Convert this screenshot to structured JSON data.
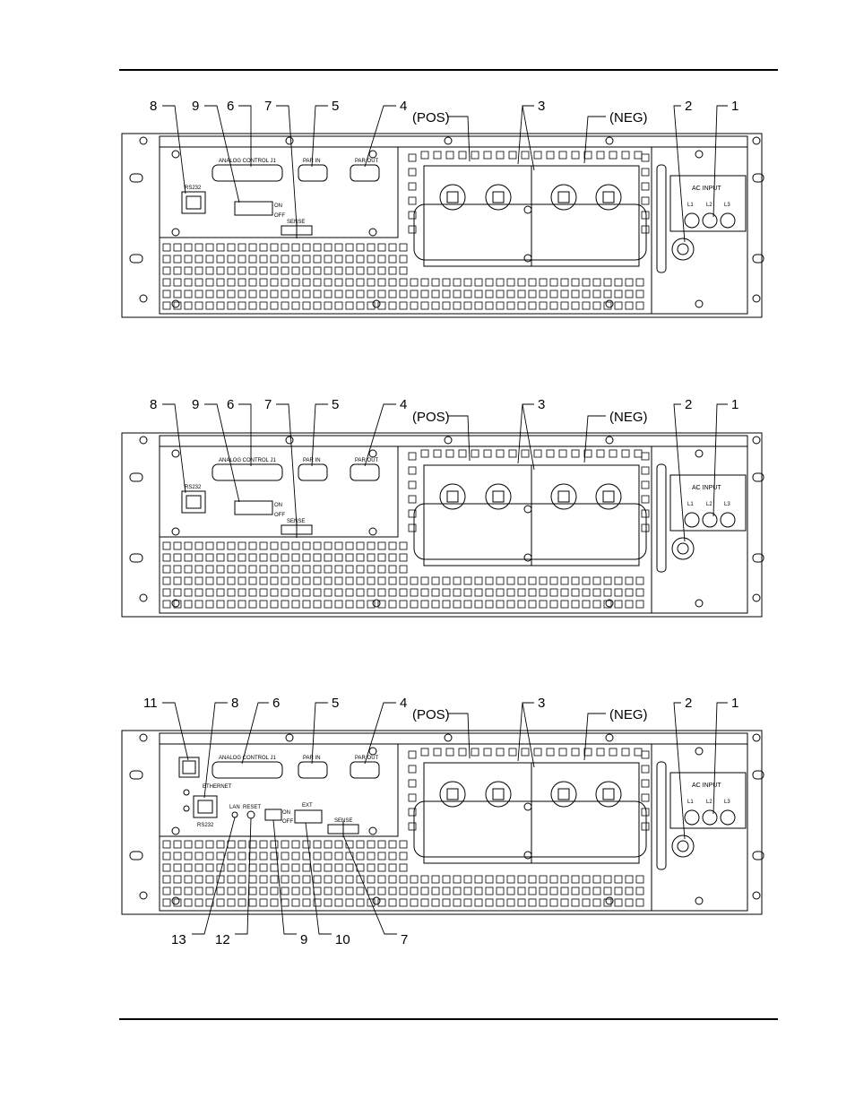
{
  "figures": [
    {
      "callouts": [
        "8",
        "9",
        "6",
        "7",
        "5",
        "4",
        "3",
        "2",
        "1"
      ],
      "pos_label": "(POS)",
      "neg_label": "(NEG)",
      "panel_labels": {
        "analog": "ANALOG CONTROL J1",
        "par_in": "PAR IN",
        "par_out": "PAR OUT",
        "rs232": "RS232",
        "sense": "SENSE",
        "on": "ON",
        "off": "OFF",
        "ac_input": "AC INPUT",
        "l1": "L1",
        "l2": "L2",
        "l3": "L3"
      }
    },
    {
      "callouts": [
        "8",
        "9",
        "6",
        "7",
        "5",
        "4",
        "3",
        "2",
        "1"
      ],
      "pos_label": "(POS)",
      "neg_label": "(NEG)",
      "panel_labels": {
        "analog": "ANALOG CONTROL J1",
        "par_in": "PAR IN",
        "par_out": "PAR OUT",
        "rs232": "RS232",
        "sense": "SENSE",
        "on": "ON",
        "off": "OFF",
        "ac_input": "AC INPUT",
        "l1": "L1",
        "l2": "L2",
        "l3": "L3"
      }
    },
    {
      "callouts_top": [
        "11",
        "8",
        "6",
        "5",
        "4",
        "3",
        "2",
        "1"
      ],
      "callouts_bottom": [
        "13",
        "12",
        "9",
        "10",
        "7"
      ],
      "pos_label": "(POS)",
      "neg_label": "(NEG)",
      "panel_labels": {
        "analog": "ANALOG CONTROL J1",
        "par_in": "PAR IN",
        "par_out": "PAR OUT",
        "rs232": "RS232",
        "ethernet": "ETHERNET",
        "lan": "LAN",
        "reset": "RESET",
        "ext": "EXT",
        "sense": "SENSE",
        "on": "ON",
        "off": "OFF",
        "ac_input": "AC INPUT",
        "l1": "L1",
        "l2": "L2",
        "l3": "L3"
      }
    }
  ]
}
